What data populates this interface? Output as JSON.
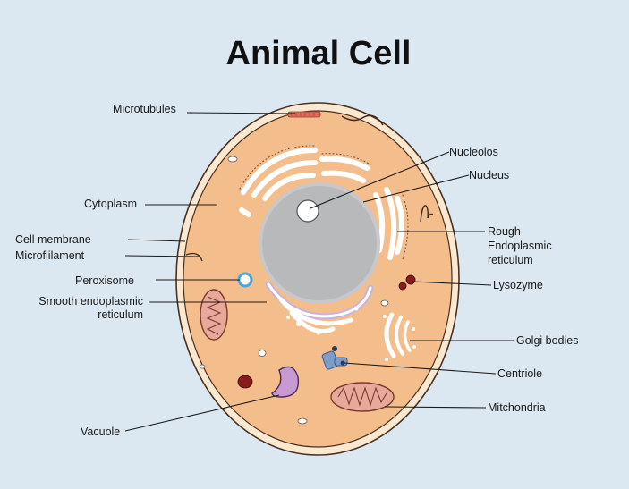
{
  "title": "Animal Cell",
  "colors": {
    "background": "#dbe7f1",
    "cytoplasm": "#f4bd8c",
    "membrane": "#fbe8d0",
    "nucleus": "#b8b9ba",
    "vacuole": "#c79ad1",
    "lysosome": "#8b1a1a",
    "golgi": "#ffffff",
    "mitochondria": "#e8a99a"
  },
  "labels": {
    "microtubules": "Microtubules",
    "cytoplasm": "Cytoplasm",
    "cell_membrane": "Cell membrane",
    "microfilament": "Microfiilament",
    "peroxisome": "Peroxisome",
    "smooth_er": [
      "Smooth endoplasmic",
      "reticulum"
    ],
    "vacuole": "Vacuole",
    "nucleolos": "Nucleolos",
    "nucleus": "Nucleus",
    "rough_er": [
      "Rough",
      "Endoplasmic",
      "reticulum"
    ],
    "lysozyme": "Lysozyme",
    "golgi": "Golgi bodies",
    "centriole": "Centriole",
    "mitochondria": "Mitchondria"
  }
}
